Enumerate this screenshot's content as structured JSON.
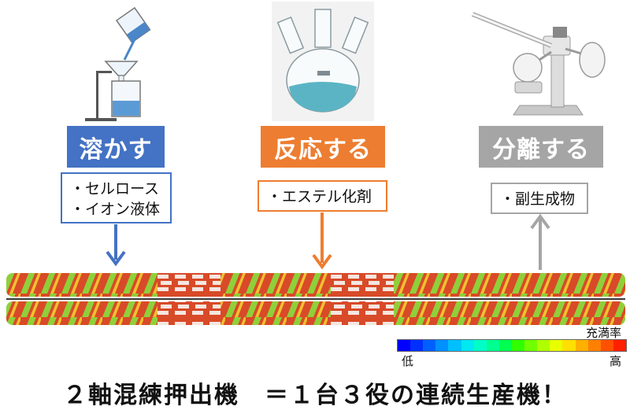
{
  "stages": [
    {
      "title": "溶かす",
      "color": "#4472c4",
      "items": [
        "・セルロース",
        "・イオン液体"
      ]
    },
    {
      "title": "反応する",
      "color": "#ed7d31",
      "items": [
        "・エステル化剤"
      ]
    },
    {
      "title": "分離する",
      "color": "#a5a5a5",
      "items": [
        "・副生成物"
      ]
    }
  ],
  "scale": {
    "title": "充満率",
    "low": "低",
    "high": "高"
  },
  "footer": "２軸混練押出機　＝１台３役の連続生産機！"
}
